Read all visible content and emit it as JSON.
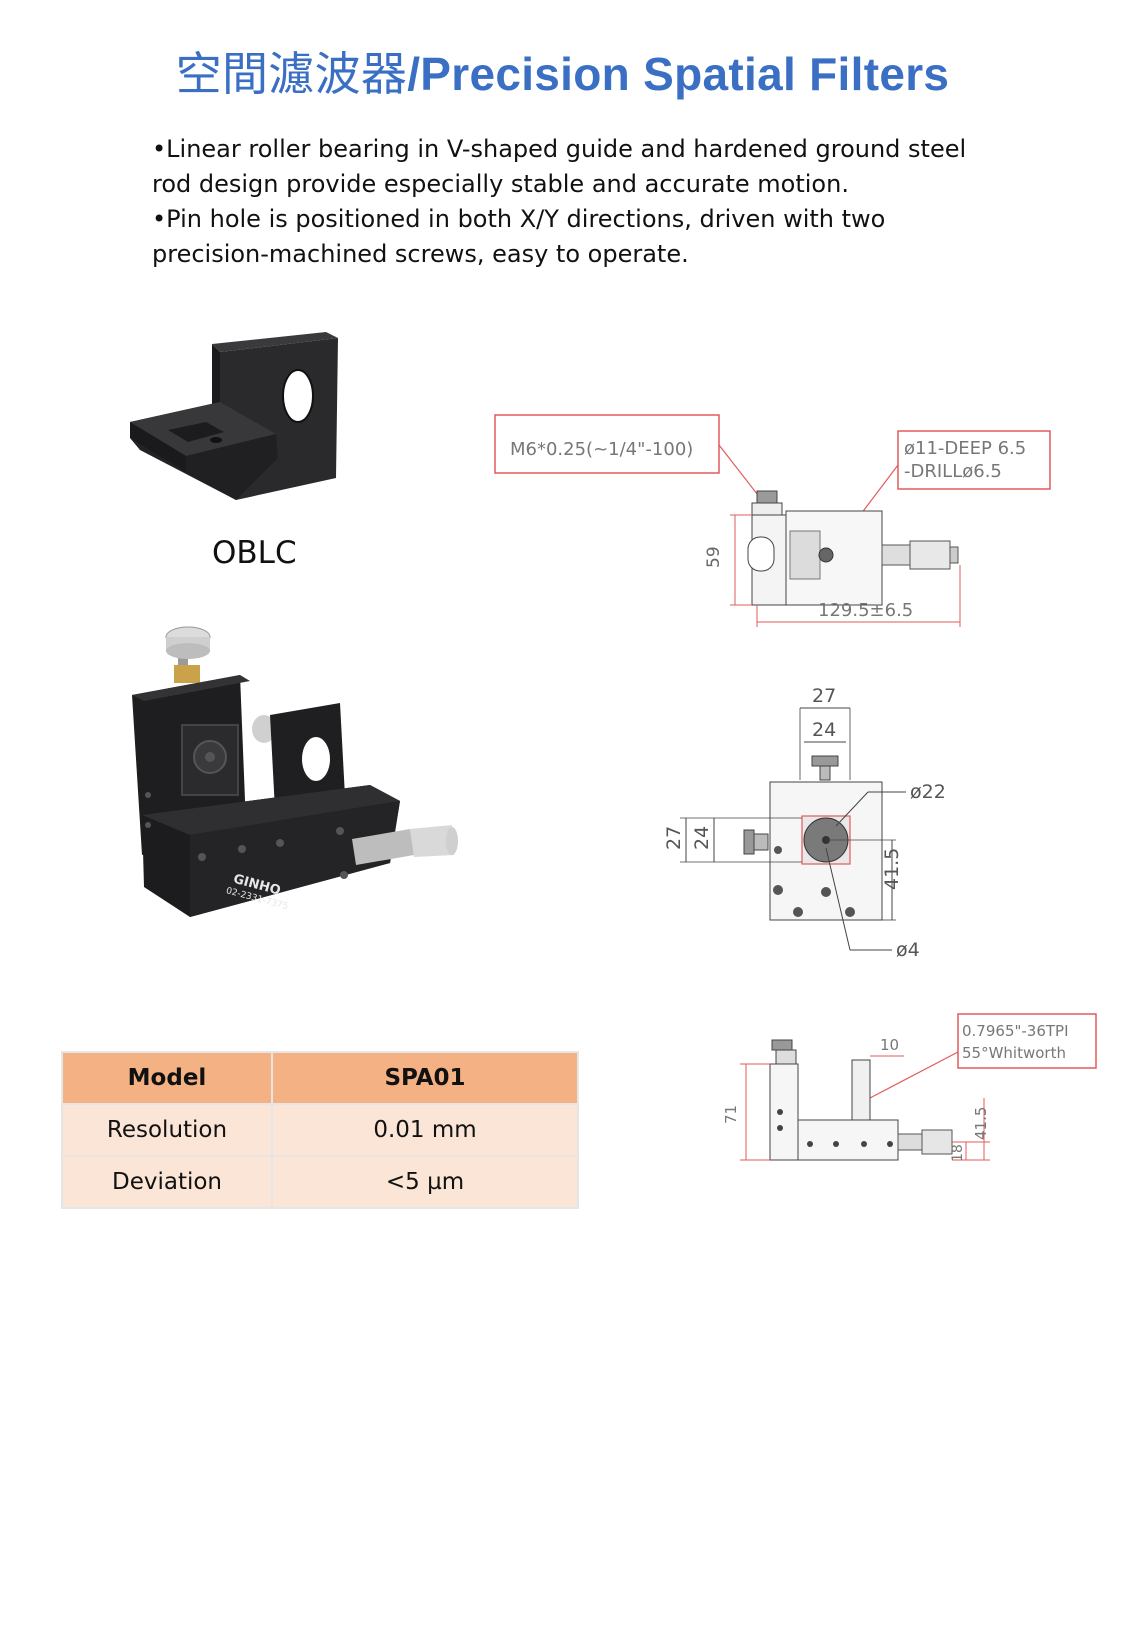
{
  "title": {
    "cjk": "空間濾波器",
    "latin": "/Precision Spatial Filters"
  },
  "bullets": [
    "•Linear roller bearing in V-shaped guide and hardened ground steel rod design provide especially stable and accurate motion.",
    "•Pin hole is positioned in both X/Y directions, driven with two precision-machined screws, easy to operate."
  ],
  "product_label": "OBLC",
  "product_brand": {
    "name": "GINHO",
    "phone": "02-2331-7375"
  },
  "drawing_side": {
    "thread_note": "M6*0.25(~1/4\"-100)",
    "hole_note_1": "ø11-DEEP 6.5",
    "hole_note_2": "-DRILLø6.5",
    "height": "59",
    "width": "129.5±6.5"
  },
  "drawing_front": {
    "top_outer": "27",
    "top_inner": "24",
    "left_outer": "27",
    "left_inner": "24",
    "aperture": "ø22",
    "pinhole": "ø4",
    "height": "41.5"
  },
  "drawing_profile": {
    "thread_note_1": "0.7965\"-36TPI",
    "thread_note_2": "55°Whitworth",
    "offset": "10",
    "height": "71",
    "base": "18",
    "center": "41.5"
  },
  "specs": {
    "headers": [
      "Model",
      "SPA01"
    ],
    "rows": [
      [
        "Resolution",
        "0.01 mm"
      ],
      [
        "Deviation",
        "<5 µm"
      ]
    ]
  }
}
